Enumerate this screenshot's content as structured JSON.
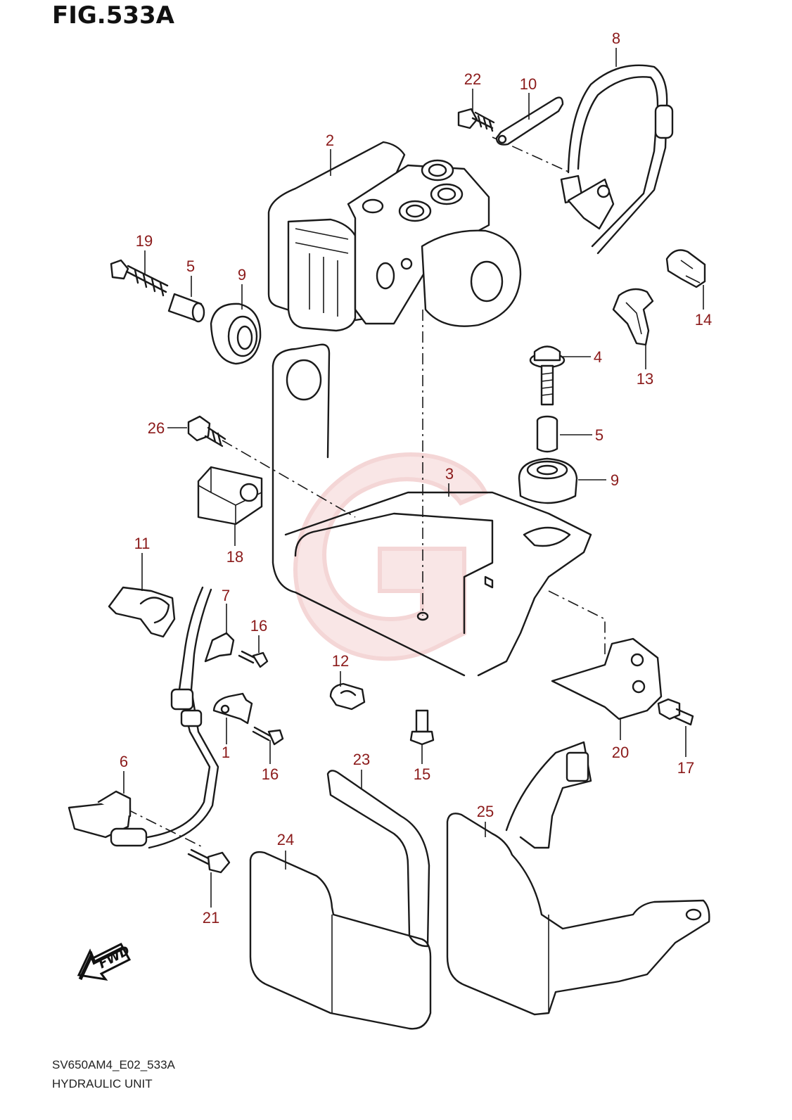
{
  "figure": {
    "title": "FIG.533A",
    "model_code": "SV650AM4_E02_533A",
    "name": "HYDRAULIC UNIT"
  },
  "direction_arrow": {
    "label": "FWD",
    "icon": "fwd-arrow-icon"
  },
  "watermark": {
    "icon": "g-logo-watermark",
    "color": "#e8a5a5"
  },
  "callouts": [
    "1",
    "2",
    "3",
    "4",
    "5",
    "5",
    "6",
    "7",
    "8",
    "9",
    "9",
    "10",
    "11",
    "12",
    "13",
    "14",
    "15",
    "16",
    "16",
    "17",
    "18",
    "19",
    "20",
    "21",
    "22",
    "23",
    "24",
    "25",
    "26"
  ],
  "colors": {
    "callout_text": "#8b1a1a",
    "line": "#1a1a1a"
  }
}
